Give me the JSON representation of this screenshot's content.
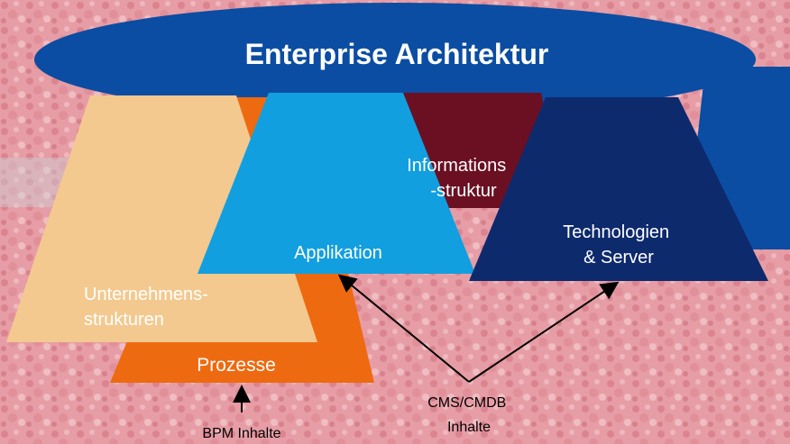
{
  "title": "Enterprise Architektur",
  "layers": {
    "unternehmensstrukturen": [
      "Unternehmens-",
      "strukturen"
    ],
    "prozesse": "Prozesse",
    "applikation": "Applikation",
    "informationsstruktur": [
      "Informations",
      "-struktur"
    ],
    "technologien": [
      "Technologien",
      "& Server"
    ]
  },
  "annotations": {
    "bpm": "BPM Inhalte",
    "cms": [
      "CMS/CMDB",
      "Inhalte"
    ]
  },
  "colors": {
    "ellipse": "#0b4da2",
    "unternehmen": "#f3c98f",
    "prozesse": "#ee6a10",
    "applikation": "#129fdf",
    "information": "#6b0f22",
    "technologie": "#0d2a6d",
    "background": "#e2858f"
  }
}
